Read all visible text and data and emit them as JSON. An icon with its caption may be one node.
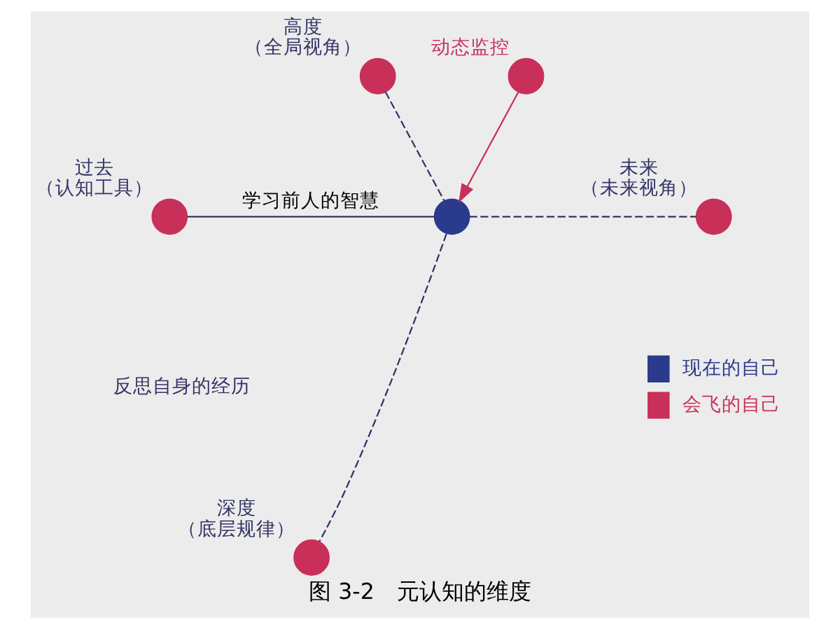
{
  "diagram": {
    "caption": "图 3-2　元认知的维度",
    "nodes": [
      {
        "text": [],
        "shape": "circle"
      },
      {
        "text": [
          "高度",
          "（全局视角）"
        ]
      },
      {
        "text": [
          "过去",
          "（认知工具）"
        ]
      },
      {
        "text": [
          "未来",
          "（未来视角）"
        ]
      },
      {
        "text": [
          "深度",
          "（底层规律）"
        ]
      },
      {
        "text": [
          "动态监控"
        ]
      }
    ],
    "edges": [
      {
        "from": 1,
        "to": 0,
        "arrow": "none",
        "style": "dashed"
      },
      {
        "from": 2,
        "to": 0,
        "arrow": "none",
        "label": "学习前人的智慧"
      },
      {
        "from": 0,
        "to": 3,
        "arrow": "none",
        "style": "dashed"
      },
      {
        "from": 0,
        "to": 4,
        "arrow": "none",
        "style": "dashed"
      },
      {
        "from": 5,
        "to": 0,
        "arrow": "to",
        "color": "#c8305a"
      }
    ],
    "labels": [
      "反思自身的经历"
    ],
    "legend": [
      {
        "text": "现在的自己",
        "color": "#2a3a8c"
      },
      {
        "text": "会飞的自己",
        "color": "#c8305a"
      }
    ]
  }
}
